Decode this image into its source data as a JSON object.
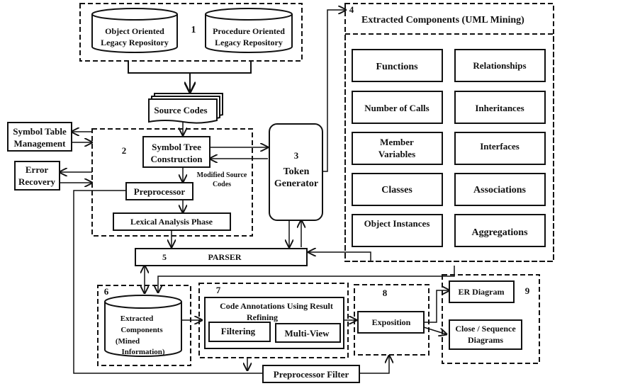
{
  "diagram": {
    "numbers": {
      "n1": "1",
      "n2": "2",
      "n3": "3",
      "n4": "4",
      "n5": "5",
      "n6": "6",
      "n7": "7",
      "n8": "8",
      "n9": "9"
    },
    "repositories": {
      "oo_line1": "Object Oriented",
      "oo_line2": "Legacy Repository",
      "po_line1": "Procedure Oriented",
      "po_line2": "Legacy Repository"
    },
    "source_codes": "Source Codes",
    "symbol_table": {
      "line1": "Symbol Table",
      "line2": "Management"
    },
    "error_recovery": {
      "line1": "Error",
      "line2": "Recovery"
    },
    "symbol_tree": {
      "line1": "Symbol Tree",
      "line2": "Construction"
    },
    "modified_source": {
      "line1": "Modified Source",
      "line2": "Codes"
    },
    "preprocessor": "Preprocessor",
    "lexical": "Lexical Analysis Phase",
    "token_generator": {
      "line1": "Token",
      "line2": "Generator"
    },
    "extracted_title": "Extracted Components (UML Mining)",
    "components": {
      "functions": "Functions",
      "relationships": "Relationships",
      "number_of_calls": "Number of Calls",
      "inheritances": "Inheritances",
      "member_line1": "Member",
      "member_line2": "Variables",
      "interfaces": "Interfaces",
      "classes": "Classes",
      "associations": "Associations",
      "object_instances": "Object Instances",
      "aggregations": "Aggregations"
    },
    "parser": "PARSER",
    "mined": {
      "line1": "Extracted",
      "line2": "Components",
      "line3": "(Mined",
      "line4": "Information)"
    },
    "annotations": {
      "line1": "Code Annotations Using Result",
      "line2": "Refining"
    },
    "filtering": "Filtering",
    "multi_view": "Multi-View",
    "exposition": "Exposition",
    "er_diagram": "ER Diagram",
    "close_seq": {
      "line1": "Close / Sequence",
      "line2": "Diagrams"
    },
    "preprocessor_filter": "Preprocessor Filter"
  }
}
